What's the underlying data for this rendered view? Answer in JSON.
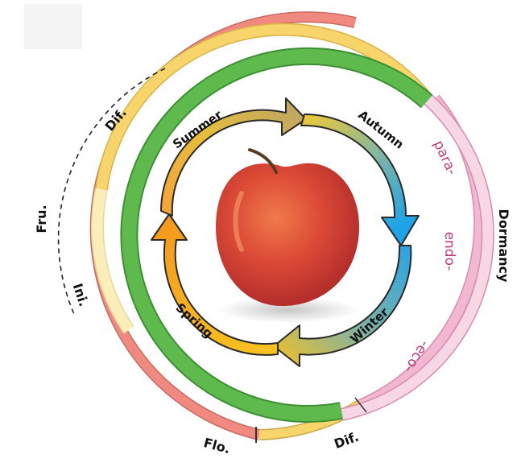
{
  "labels": {
    "fru": "Fru.",
    "flo": "Flo.",
    "dif_top": "Dif.",
    "dif_bottom": "Dif.",
    "ini": "Ini.",
    "dormancy": "Dormancy",
    "para": "para-",
    "endo": "endo-",
    "eco": "-eco-"
  },
  "seasons": {
    "summer": "Summer",
    "autumn": "Autumn",
    "winter": "Winter",
    "spring": "Spring"
  },
  "colors": {
    "fruit_ring": "#f08a80",
    "fruit_ring_stroke": "#c96a60",
    "flower_ring": "#f7d56a",
    "vegetative_ring": "#5fba4e",
    "dormancy_ring": "#f2b8d0",
    "dormancy_ring_light": "#f8d7e4",
    "dormancy_text": "#c2377d",
    "initiation_ring": "#fbeeb8",
    "apple_red": "#d8443a"
  }
}
